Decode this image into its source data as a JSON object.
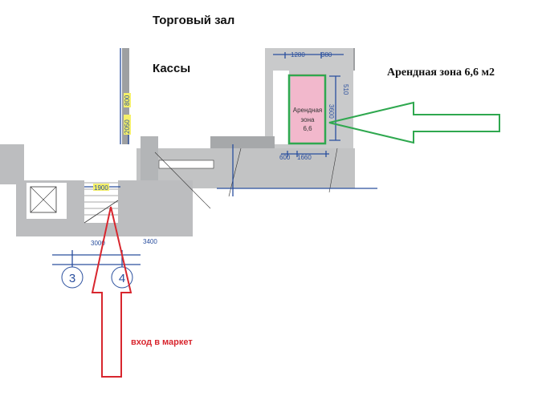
{
  "labels": {
    "trade_hall": "Торговый зал",
    "cashiers": "Кассы",
    "rental_zone_callout": "Арендная зона 6,6 м2",
    "entrance": "вход в маркет",
    "room_line1": "Арендная",
    "room_line2": "зона",
    "room_line3": "6,6"
  },
  "dimensions": {
    "d1280": "1280",
    "d380": "380",
    "d510": "510",
    "d3600": "3600",
    "d600": "600",
    "d1660": "1660",
    "d800": "800",
    "d2050": "2050",
    "d1900": "1900",
    "d3000": "3000",
    "d3400": "3400"
  },
  "axes": {
    "a3": "3",
    "a4": "4"
  },
  "colors": {
    "green_arrow": "#2fa84f",
    "red_arrow": "#d8262e",
    "rental_fill": "#f2b8cc",
    "wall": "#a9abad"
  }
}
